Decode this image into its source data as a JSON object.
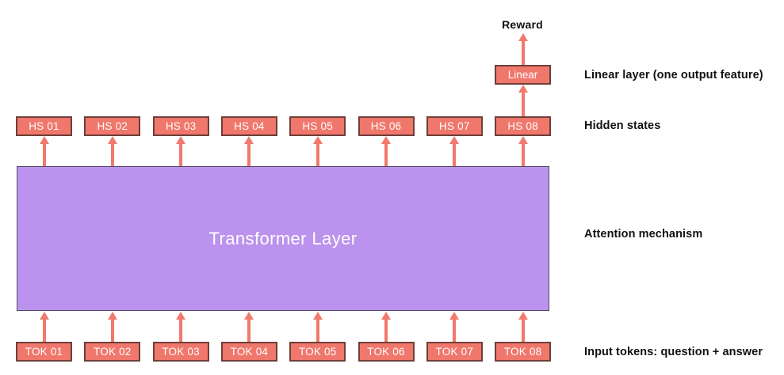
{
  "diagram": {
    "reward_label": "Reward",
    "linear_box_label": "Linear",
    "transformer_label": "Transformer Layer",
    "hidden_states": [
      "HS 01",
      "HS 02",
      "HS 03",
      "HS 04",
      "HS 05",
      "HS 06",
      "HS 07",
      "HS 08"
    ],
    "input_tokens": [
      "TOK 01",
      "TOK 02",
      "TOK 03",
      "TOK 04",
      "TOK 05",
      "TOK 06",
      "TOK 07",
      "TOK 08"
    ],
    "annotations": {
      "linear_layer": "Linear layer (one output feature)",
      "hidden_states": "Hidden states",
      "attention": "Attention mechanism",
      "input_tokens": "Input tokens: question + answer"
    },
    "colors": {
      "box_fill": "#F0776B",
      "box_border": "#6E3F39",
      "arrow": "#F1796D",
      "transformer_fill": "#BB93EE",
      "transformer_border": "#55495E",
      "box_text": "#FFFFFF",
      "annotation_text": "#111111",
      "background": "#FFFFFF"
    }
  }
}
